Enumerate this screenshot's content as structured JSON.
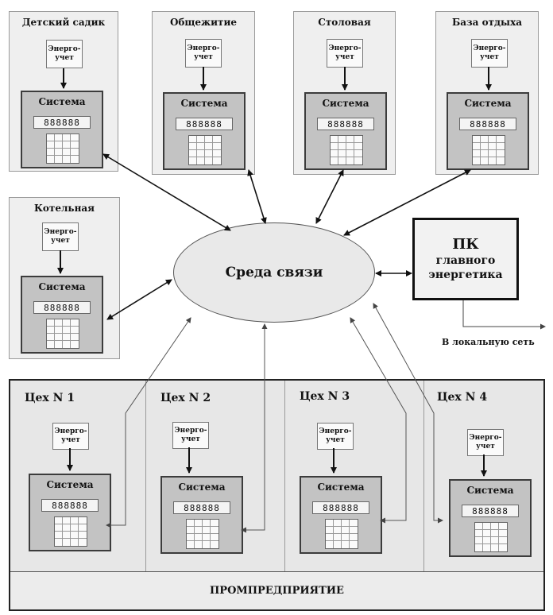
{
  "sites": [
    {
      "title": "Детский садик",
      "meter": [
        "Энерго-",
        "учет"
      ],
      "system": "Система",
      "display": "888888"
    },
    {
      "title": "Общежитие",
      "meter": [
        "Энерго-",
        "учет"
      ],
      "system": "Система",
      "display": "888888"
    },
    {
      "title": "Столовая",
      "meter": [
        "Энерго-",
        "учет"
      ],
      "system": "Система",
      "display": "888888"
    },
    {
      "title": "База отдыха",
      "meter": [
        "Энерго-",
        "учет"
      ],
      "system": "Система",
      "display": "888888"
    },
    {
      "title": "Котельная",
      "meter": [
        "Энерго-",
        "учет"
      ],
      "system": "Система",
      "display": "888888"
    }
  ],
  "network": {
    "label": "Среда связи"
  },
  "pc": {
    "title": "ПК",
    "line1": "главного",
    "line2": "энергетика"
  },
  "local_net_label": "В локальную сеть",
  "enterprise": {
    "label": "ПРОМПРЕДПРИЯТИЕ"
  },
  "workshops": [
    {
      "title": "Цех N 1",
      "meter": [
        "Энерго-",
        "учет"
      ],
      "system": "Система",
      "display": "888888"
    },
    {
      "title": "Цех N 2",
      "meter": [
        "Энерго-",
        "учет"
      ],
      "system": "Система",
      "display": "888888"
    },
    {
      "title": "Цех N 3",
      "meter": [
        "Энерго-",
        "учет"
      ],
      "system": "Система",
      "display": "888888"
    },
    {
      "title": "Цех N 4",
      "meter": [
        "Энерго-",
        "учет"
      ],
      "system": "Система",
      "display": "888888"
    }
  ]
}
